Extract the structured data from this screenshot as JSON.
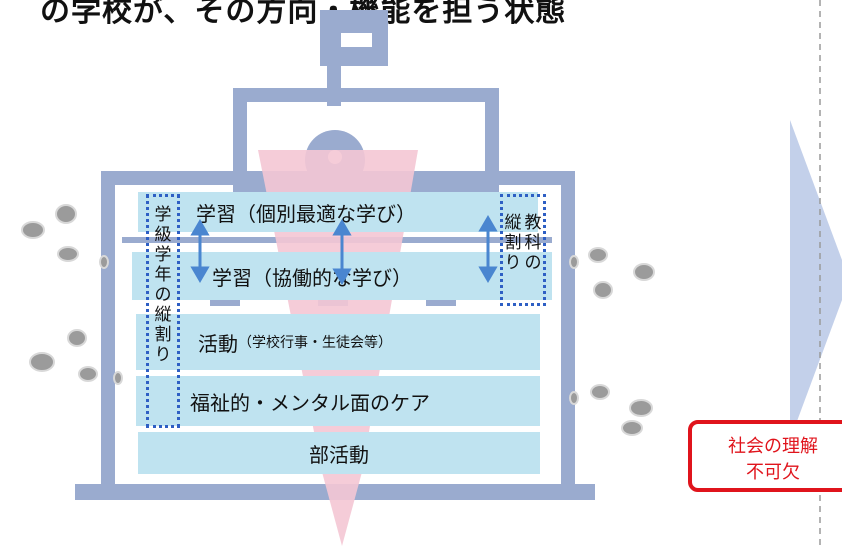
{
  "title": "の学校が、その方向・機能を担う状態",
  "rows": {
    "learning_individual": "学習（個別最適な学び）",
    "learning_collab": "学習（協働的な学び）",
    "activities_main": "活動",
    "activities_sub": "（学校行事・生徒会等）",
    "welfare": "福祉的・メンタル面のケア",
    "club": "部活動"
  },
  "left_vertical": [
    "学",
    "級",
    "学",
    "年",
    "の",
    "縦",
    "割",
    "り"
  ],
  "right_vertical": {
    "col1": [
      "縦",
      "割",
      "り"
    ],
    "col2": [
      "教",
      "科",
      "の"
    ]
  },
  "note": {
    "line1": "社会の理解",
    "line2": "不可欠"
  },
  "colors": {
    "building": "#9aabcf",
    "row_fill": "#bfe3f0",
    "arrow": "#4a86d0",
    "dotted_border": "#2e5fc4",
    "funnel": "#f4c7d4",
    "red": "#e0141c",
    "big_arrow": "#c3d0ea"
  }
}
